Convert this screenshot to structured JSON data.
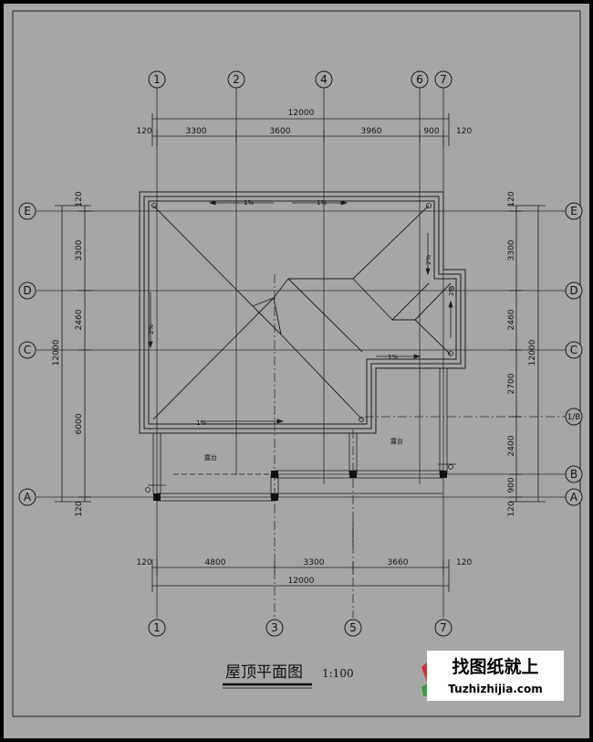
{
  "colors": {
    "paper": "#a6a6a6",
    "frame": "#000000",
    "line": "#1a1a1a",
    "grid": "#2a2a2a",
    "logo_bg": "#ffffff",
    "logo_accent": "#d43030"
  },
  "axes_top": [
    "1",
    "2",
    "4",
    "6",
    "7"
  ],
  "axes_bottom": [
    "1",
    "3",
    "5",
    "7"
  ],
  "axes_left": [
    "E",
    "D",
    "C",
    "A"
  ],
  "axes_right": [
    "E",
    "D",
    "C",
    "1/B",
    "B",
    "A"
  ],
  "dims_top": {
    "total": "12000",
    "left_end": "120",
    "right_end": "120",
    "segments": [
      "3300",
      "3600",
      "3960",
      "900"
    ]
  },
  "dims_bottom": {
    "total": "12000",
    "left_end": "120",
    "right_end": "120",
    "segments": [
      "4800",
      "3300",
      "3660"
    ]
  },
  "dims_left": {
    "total": "12000",
    "top_end": "120",
    "bottom_end": "120",
    "segments": [
      "3300",
      "2460",
      "6000"
    ]
  },
  "dims_right": {
    "total": "12000",
    "top_end": "120",
    "bottom_end": "120",
    "segments": [
      "3300",
      "2460",
      "2700",
      "2400",
      "900"
    ]
  },
  "slope_labels": [
    "1%",
    "1%",
    "1%",
    "1%",
    "2%",
    "2%",
    "2%"
  ],
  "terrace_labels": [
    "露台",
    "露台"
  ],
  "title": "屋顶平面图",
  "scale": "1:100",
  "logo": {
    "cn": "找图纸就上",
    "en": "Tuzhizhijia.com"
  }
}
